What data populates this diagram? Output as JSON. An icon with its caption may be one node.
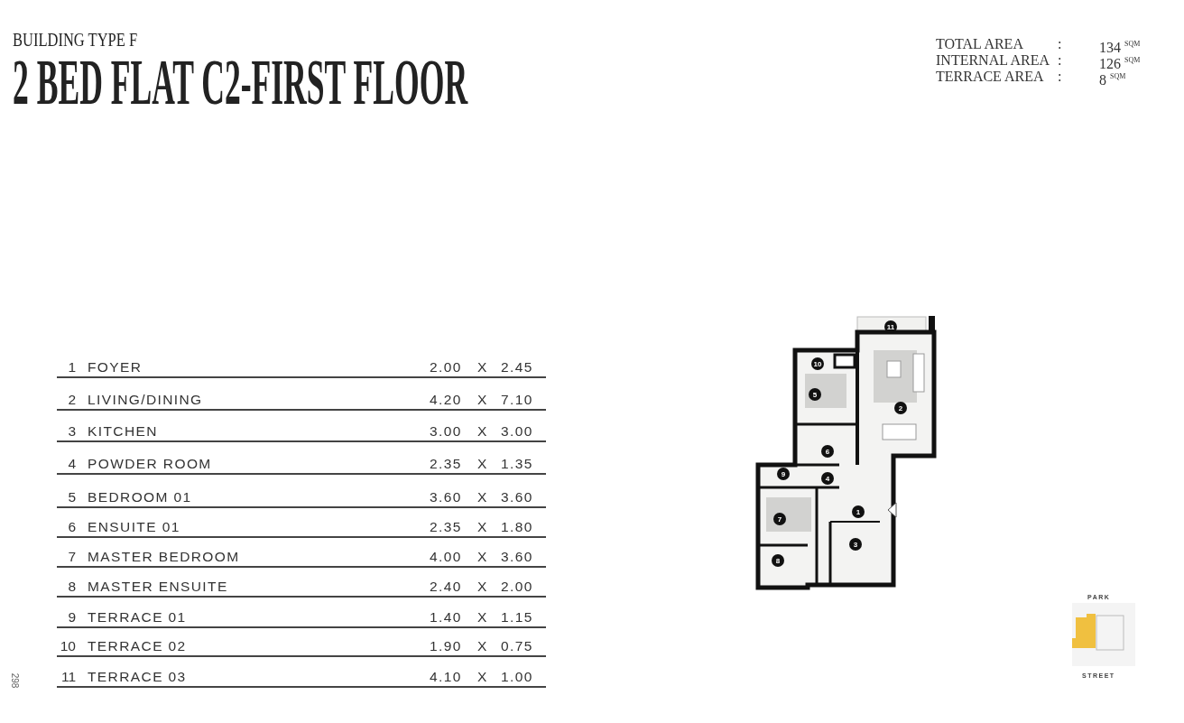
{
  "diagram": {
    "title": "2 BED FLAT C2-FIRST FLOOR",
    "nodes": [
      {
        "text": [
          "11"
        ]
      },
      {
        "text": [
          "10"
        ]
      },
      {
        "text": [
          "5"
        ]
      },
      {
        "text": [
          "2"
        ]
      },
      {
        "text": [
          "6"
        ]
      },
      {
        "text": [
          "9"
        ]
      },
      {
        "text": [
          "4"
        ]
      },
      {
        "text": [
          "1"
        ]
      },
      {
        "text": [
          "7"
        ]
      },
      {
        "text": [
          "3"
        ]
      },
      {
        "text": [
          "8"
        ]
      }
    ],
    "labels": [
      "BUILDING TYPE F",
      "TOTAL AREA",
      ":",
      "134 $^{SQM}$",
      "INTERNAL AREA",
      ":",
      "126 $^{SQM}$",
      "TERRACE AREA",
      ":",
      "8 $^{SQM}$",
      "1",
      "FOYER",
      "2.00",
      "X",
      "2.45",
      "2",
      "LIVING/DINING",
      "4.20",
      "X",
      "7.10",
      "3",
      "KITCHEN",
      "3.00",
      "X",
      "3.00",
      "4",
      "POWDER ROOM",
      "2.35",
      "X",
      "1.35",
      "5",
      "BEDROOM 01",
      "3.60",
      "X",
      "3.60",
      "6",
      "ENSUITE 01",
      "2.35",
      "X",
      "1.80",
      "7",
      "MASTER BEDROOM",
      "4.00",
      "X",
      "3.60",
      "8",
      "MASTER ENSUITE",
      "2.40",
      "X",
      "2.00",
      "9",
      "TERRACE 01",
      "1.40",
      "X",
      "1.15",
      "10",
      "TERRACE 02",
      "1.90",
      "X",
      "0.75",
      "11",
      "TERRACE 03",
      "4.10",
      "X",
      "1.00",
      "PARK",
      "STREET",
      "298"
    ]
  }
}
